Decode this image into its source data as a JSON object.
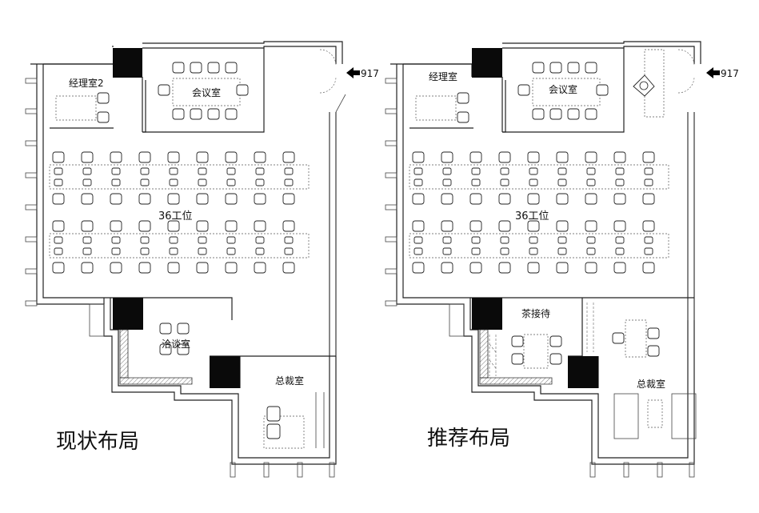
{
  "plans": [
    {
      "title": "现状布局",
      "rooms": {
        "manager": "经理室2",
        "meeting": "会议室",
        "workstations": "36工位",
        "negotiation": "洽谈室",
        "president": "总裁室"
      },
      "entrance": "917"
    },
    {
      "title": "推荐布局",
      "rooms": {
        "manager": "经理室",
        "meeting": "会议室",
        "workstations": "36工位",
        "tea": "茶接待",
        "president": "总裁室"
      },
      "entrance": "917"
    }
  ]
}
